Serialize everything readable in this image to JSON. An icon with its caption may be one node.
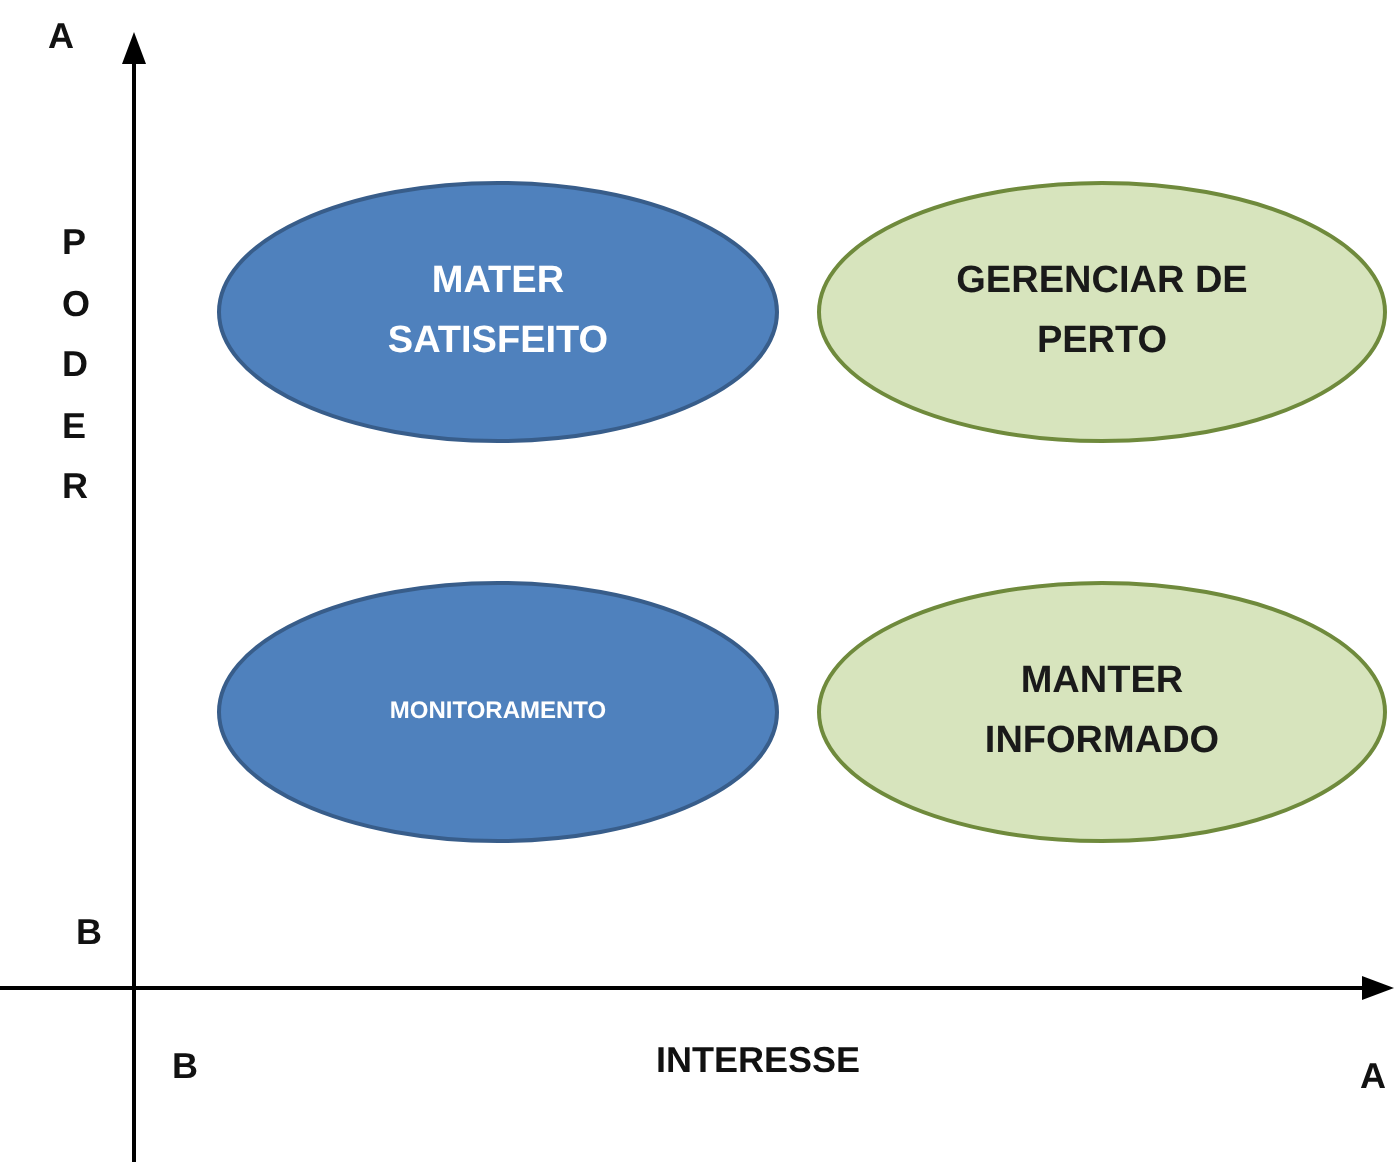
{
  "diagram": {
    "nodes": [
      {
        "text": [
          "MATER SATISFEITO"
        ]
      },
      {
        "text": [
          "GERENCIAR DE PERTO"
        ]
      },
      {
        "text": [
          "MONITORAMENTO"
        ]
      },
      {
        "text": [
          "MANTER INFORMADO"
        ]
      }
    ],
    "labels": [
      "A",
      "PODER",
      "B",
      "B",
      "INTERESSE",
      "A"
    ]
  }
}
